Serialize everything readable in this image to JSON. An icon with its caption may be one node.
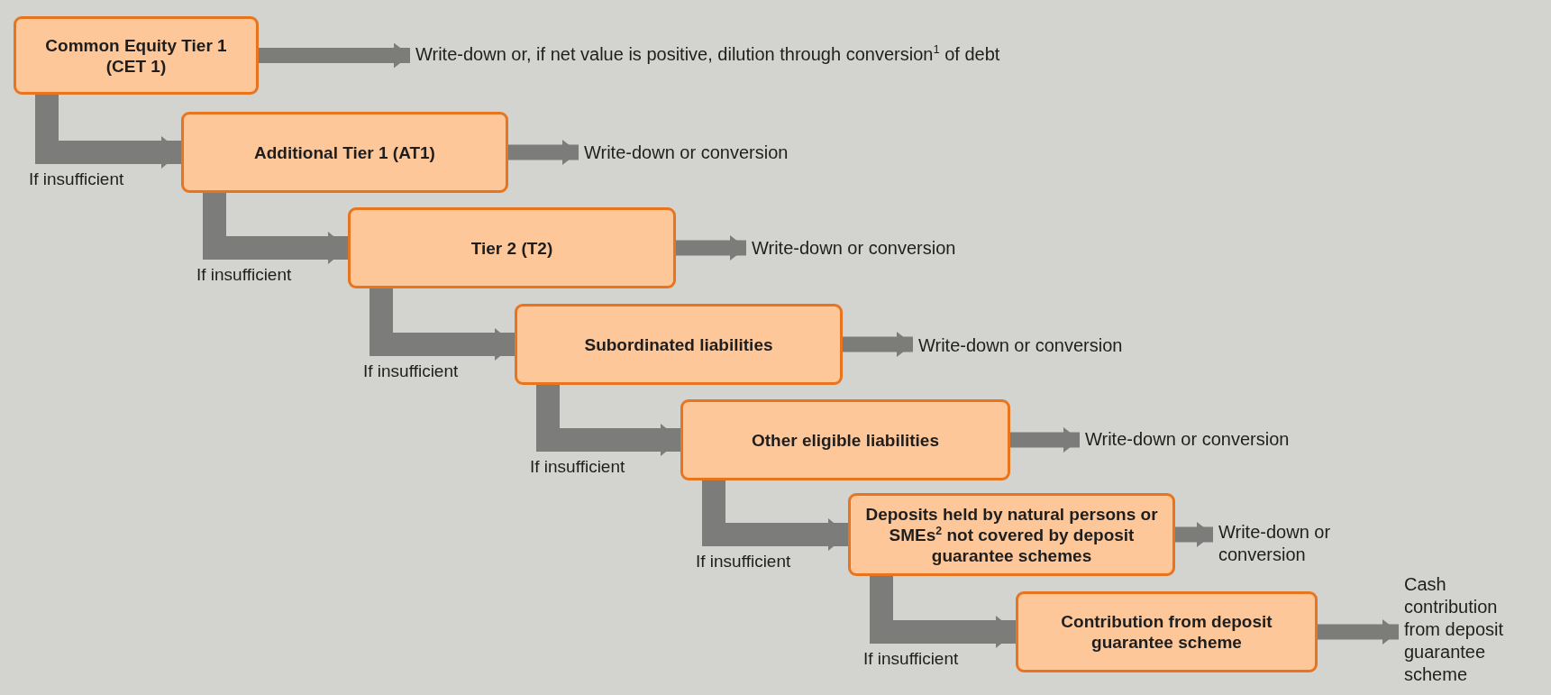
{
  "diagram": {
    "nodes": [
      {
        "text": [
          "Common Equity Tier 1 (CET 1)"
        ]
      },
      {
        "text": [
          "Write-down or, if net value is positive, dilution through conversion$^{1}$ of debt"
        ]
      },
      {
        "text": [
          "Additional Tier 1 (AT1)"
        ]
      },
      {
        "text": [
          "Write-down or conversion"
        ]
      },
      {
        "text": [
          "Tier 2 (T2)"
        ]
      },
      {
        "text": [
          "Write-down or conversion"
        ]
      },
      {
        "text": [
          "Subordinated liabilities"
        ]
      },
      {
        "text": [
          "Write-down or conversion"
        ]
      },
      {
        "text": [
          "Other eligible liabilities"
        ]
      },
      {
        "text": [
          "Write-down or conversion"
        ]
      },
      {
        "text": [
          "Deposits held by natural persons or SMEs$^{2}$ not covered by deposit guarantee schemes"
        ]
      },
      {
        "text": [
          "Write-down or conversion"
        ]
      },
      {
        "text": [
          "Contribution from deposit guarantee scheme"
        ]
      },
      {
        "text": [
          "Cash contribution from deposit guarantee scheme"
        ]
      }
    ],
    "edges": [
      {
        "from": 0,
        "to": 1,
        "arrow": "to"
      },
      {
        "from": 0,
        "to": 2,
        "arrow": "to",
        "label": "If insufficient"
      },
      {
        "from": 2,
        "to": 3,
        "arrow": "to"
      },
      {
        "from": 2,
        "to": 4,
        "arrow": "to",
        "label": "If insufficient"
      },
      {
        "from": 4,
        "to": 5,
        "arrow": "to"
      },
      {
        "from": 4,
        "to": 6,
        "arrow": "to",
        "label": "If insufficient"
      },
      {
        "from": 6,
        "to": 7,
        "arrow": "to"
      },
      {
        "from": 6,
        "to": 8,
        "arrow": "to",
        "label": "If insufficient"
      },
      {
        "from": 8,
        "to": 9,
        "arrow": "to"
      },
      {
        "from": 8,
        "to": 10,
        "arrow": "to",
        "label": "If insufficient"
      },
      {
        "from": 10,
        "to": 11,
        "arrow": "to"
      },
      {
        "from": 10,
        "to": 12,
        "arrow": "to",
        "label": "If insufficient"
      },
      {
        "from": 12,
        "to": 13,
        "arrow": "to"
      }
    ]
  }
}
